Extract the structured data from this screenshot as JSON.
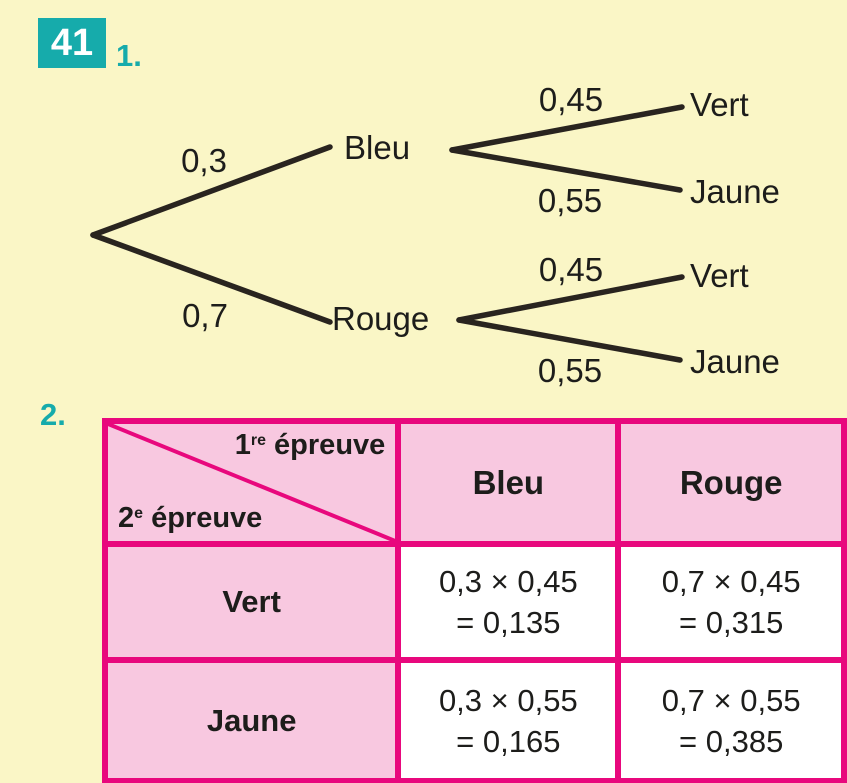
{
  "header": {
    "exercise_number": "41",
    "part1_label": "1.",
    "part2_label": "2."
  },
  "tree": {
    "branches": [
      {
        "prob": "0,3",
        "label": "Bleu",
        "children": [
          {
            "prob": "0,45",
            "label": "Vert"
          },
          {
            "prob": "0,55",
            "label": "Jaune"
          }
        ]
      },
      {
        "prob": "0,7",
        "label": "Rouge",
        "children": [
          {
            "prob": "0,45",
            "label": "Vert"
          },
          {
            "prob": "0,55",
            "label": "Jaune"
          }
        ]
      }
    ]
  },
  "table": {
    "corner": {
      "first": {
        "base": "1",
        "sup": "re",
        "rest": " épreuve"
      },
      "second": {
        "base": "2",
        "sup": "e",
        "rest": " épreuve"
      }
    },
    "col_headers": [
      "Bleu",
      "Rouge"
    ],
    "rows": [
      {
        "label": "Vert",
        "cells": [
          {
            "expr": "0,3 × 0,45",
            "result": "= 0,135"
          },
          {
            "expr": "0,7 × 0,45",
            "result": "= 0,315"
          }
        ]
      },
      {
        "label": "Jaune",
        "cells": [
          {
            "expr": "0,3 × 0,55",
            "result": "= 0,165"
          },
          {
            "expr": "0,7 × 0,55",
            "result": "= 0,385"
          }
        ]
      }
    ]
  },
  "colors": {
    "background_yellow": "#FAF6C6",
    "accent_teal": "#16ABAB",
    "table_border_pink": "#E8087D",
    "table_cell_pink": "#F8C8E0",
    "text_black": "#1D1D1B",
    "tree_line": "#29241F"
  }
}
